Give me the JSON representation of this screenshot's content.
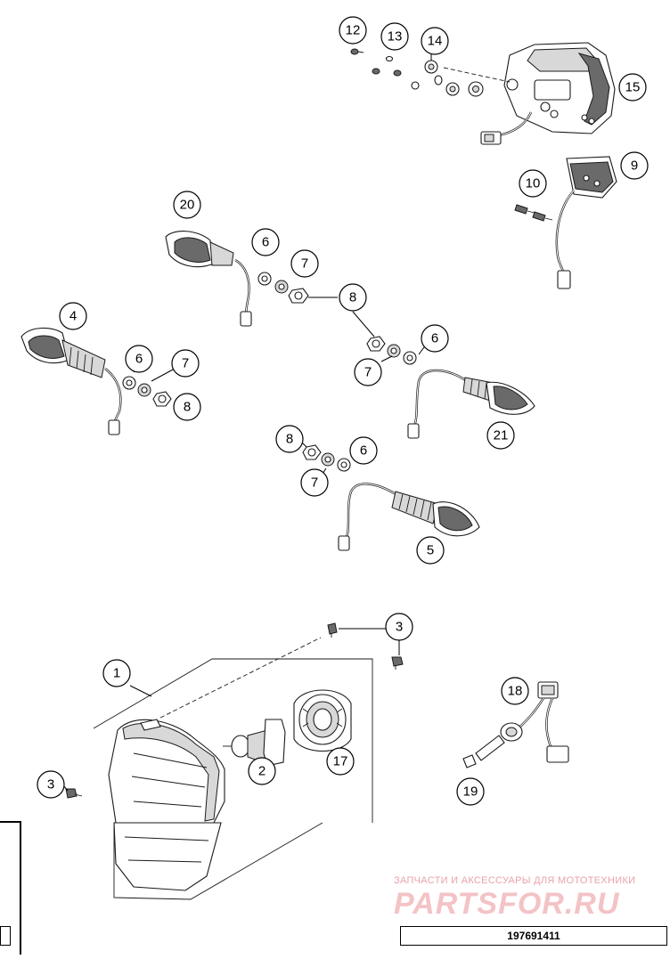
{
  "diagram": {
    "part_number": "197691411",
    "watermark": {
      "line1": "ЗАПЧАСТИ И АКСЕССУАРЫ ДЛЯ МОТОТЕХНИКИ",
      "line2": "PARTSFOR.RU"
    },
    "callouts": [
      {
        "id": "c12",
        "label": "12"
      },
      {
        "id": "c13",
        "label": "13"
      },
      {
        "id": "c14",
        "label": "14"
      },
      {
        "id": "c15",
        "label": "15"
      },
      {
        "id": "c9",
        "label": "9"
      },
      {
        "id": "c10",
        "label": "10"
      },
      {
        "id": "c20",
        "label": "20"
      },
      {
        "id": "c6a",
        "label": "6"
      },
      {
        "id": "c7a",
        "label": "7"
      },
      {
        "id": "c8a",
        "label": "8"
      },
      {
        "id": "c4",
        "label": "4"
      },
      {
        "id": "c6b",
        "label": "6"
      },
      {
        "id": "c7b",
        "label": "7"
      },
      {
        "id": "c8b",
        "label": "8"
      },
      {
        "id": "c7c",
        "label": "7"
      },
      {
        "id": "c6c",
        "label": "6"
      },
      {
        "id": "c21",
        "label": "21"
      },
      {
        "id": "c8c",
        "label": "8"
      },
      {
        "id": "c6d",
        "label": "6"
      },
      {
        "id": "c7d",
        "label": "7"
      },
      {
        "id": "c5",
        "label": "5"
      },
      {
        "id": "c3a",
        "label": "3"
      },
      {
        "id": "c1",
        "label": "1"
      },
      {
        "id": "c2",
        "label": "2"
      },
      {
        "id": "c17",
        "label": "17"
      },
      {
        "id": "c3b",
        "label": "3"
      },
      {
        "id": "c18",
        "label": "18"
      },
      {
        "id": "c19",
        "label": "19"
      }
    ]
  }
}
